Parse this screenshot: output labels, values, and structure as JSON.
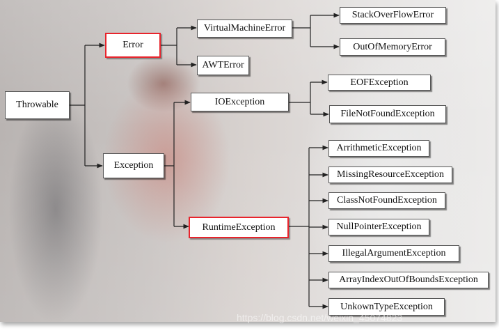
{
  "diagram": {
    "root": "Throwable",
    "error": {
      "label": "Error",
      "children": [
        "VirtualMachineError",
        "AWTError"
      ],
      "virtual_machine_error_children": [
        "StackOverFlowError",
        "OutOfMemoryError"
      ]
    },
    "exception": {
      "label": "Exception",
      "io_exception": {
        "label": "IOException",
        "children": [
          "EOFException",
          "FileNotFoundException"
        ]
      },
      "runtime_exception": {
        "label": "RuntimeException",
        "children": [
          "ArrithmeticException",
          "MissingResourceException",
          "ClassNotFoundException",
          "NullPointerException",
          "IllegalArgumentException",
          "ArrayIndexOutOfBoundsException",
          "UnkownTypeException"
        ]
      }
    },
    "highlighted": [
      "Error",
      "RuntimeException"
    ],
    "highlight_color": "#e8242c"
  },
  "watermark": "https://blog.csdn.net/weixin_45074823"
}
